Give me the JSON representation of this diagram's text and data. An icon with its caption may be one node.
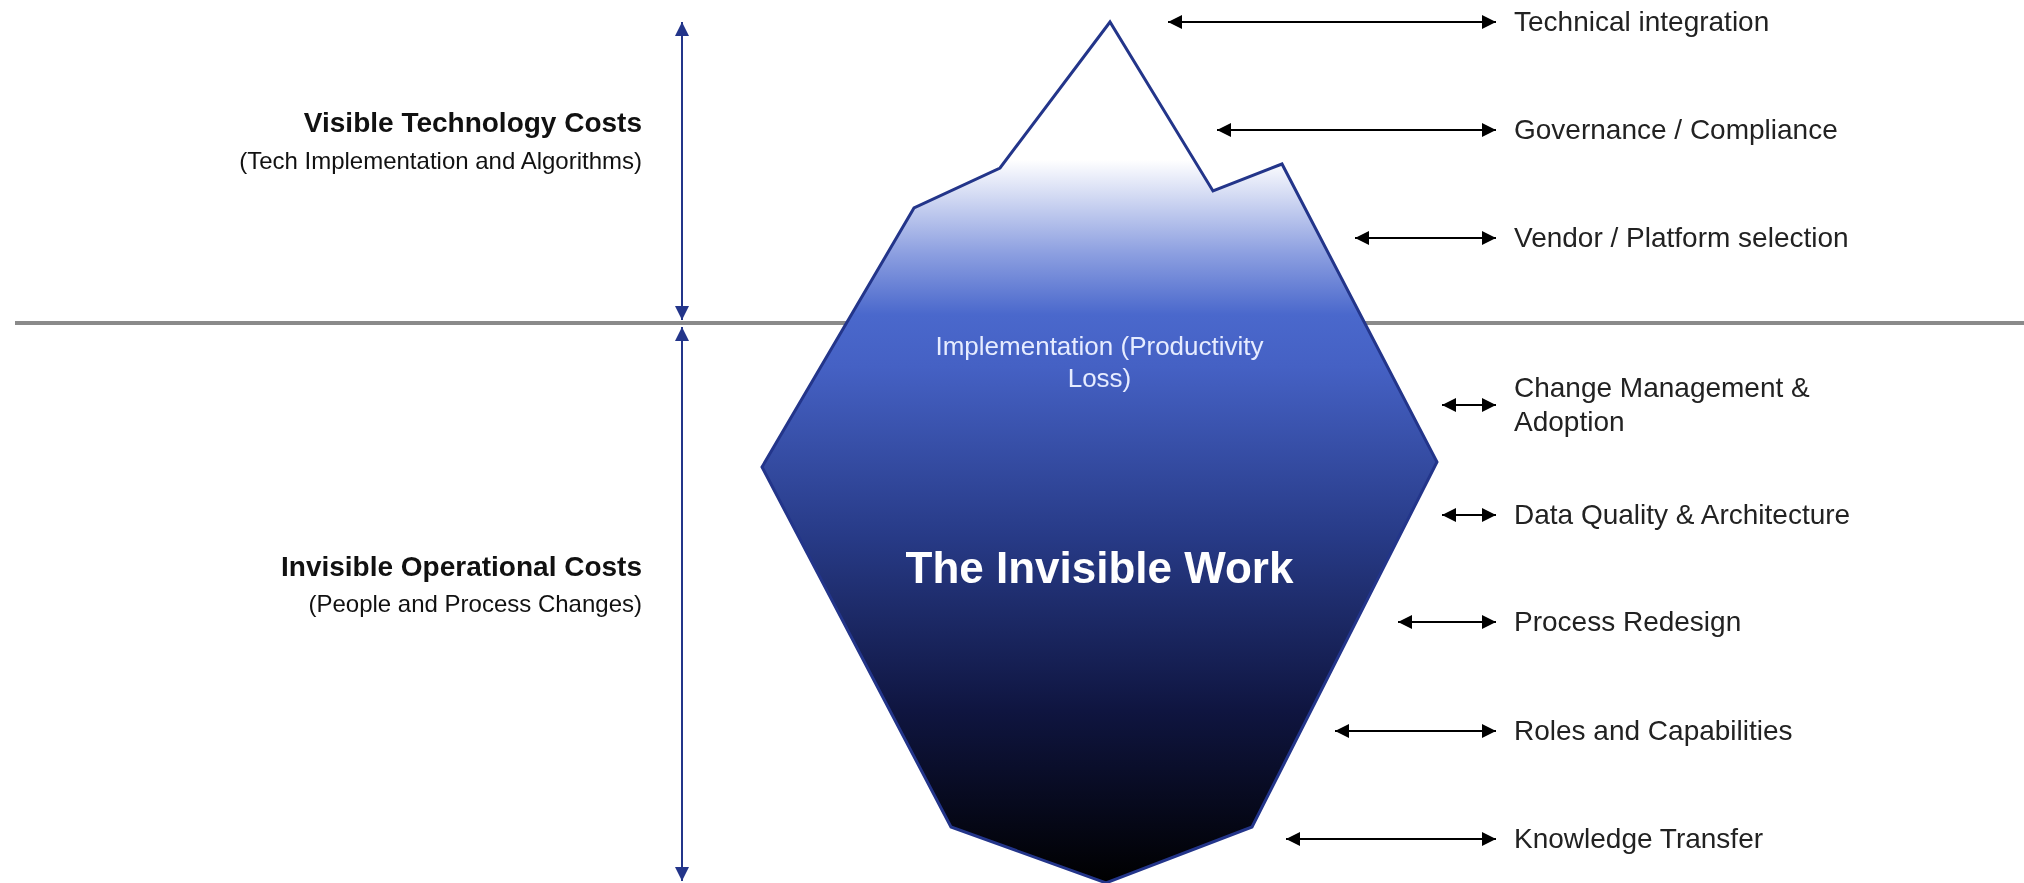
{
  "diagram": {
    "nodes": [
      {
        "text": [
          "Implementation (Productivity Loss)",
          "The Invisible Work"
        ]
      },
      {
        "text": [
          "Technical integration"
        ]
      },
      {
        "text": [
          "Governance / Compliance"
        ]
      },
      {
        "text": [
          "Vendor / Platform selection"
        ]
      },
      {
        "text": [
          "Change Management & Adoption"
        ]
      },
      {
        "text": [
          "Data Quality & Architecture"
        ]
      },
      {
        "text": [
          "Process Redesign"
        ]
      },
      {
        "text": [
          "Roles and Capabilities"
        ]
      },
      {
        "text": [
          "Knowledge Transfer"
        ]
      }
    ],
    "edges": [
      {
        "from": 0,
        "to": 1,
        "arrow": "both"
      },
      {
        "from": 0,
        "to": 2,
        "arrow": "both"
      },
      {
        "from": 0,
        "to": 3,
        "arrow": "both"
      },
      {
        "from": 0,
        "to": 4,
        "arrow": "both"
      },
      {
        "from": 0,
        "to": 5,
        "arrow": "both"
      },
      {
        "from": 0,
        "to": 6,
        "arrow": "both"
      },
      {
        "from": 0,
        "to": 7,
        "arrow": "both"
      },
      {
        "from": 0,
        "to": 8,
        "arrow": "both"
      }
    ],
    "labels": [
      "Visible Technology Costs",
      "(Tech Implementation and Algorithms)",
      "Invisible Operational Costs",
      "(People and Process Changes)"
    ]
  }
}
